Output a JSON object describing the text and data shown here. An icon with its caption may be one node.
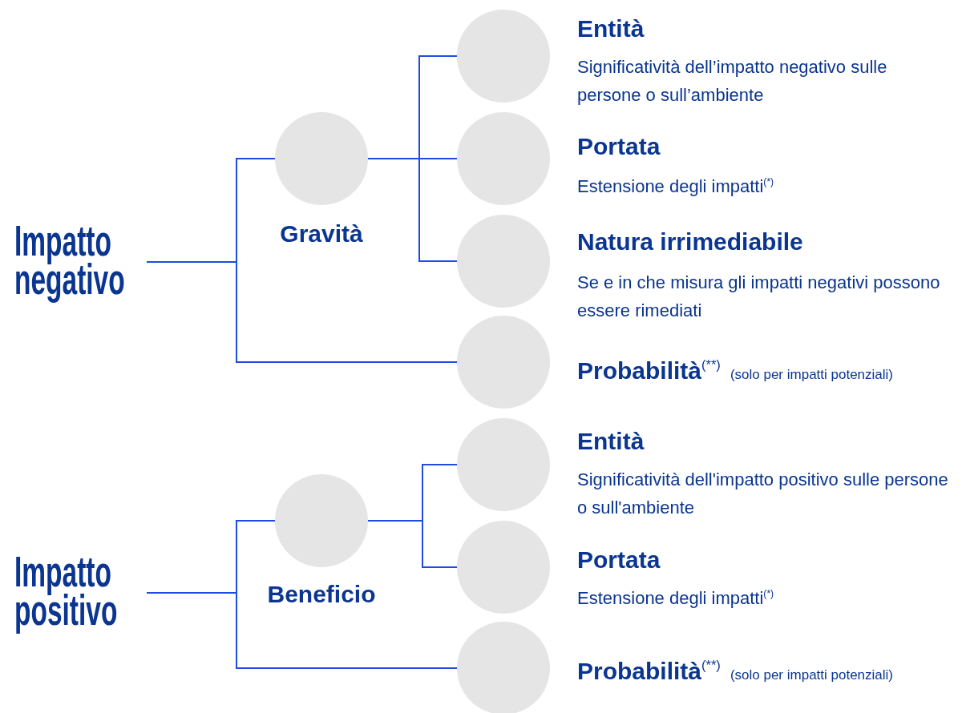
{
  "diagram": {
    "nodes": [
      {
        "text": [
          "Impatto negativo"
        ]
      },
      {
        "text": [
          "Gravità"
        ]
      },
      {
        "text": [
          "Entità",
          "Significatività dell’impatto negativo sulle persone o sull’ambiente"
        ]
      },
      {
        "text": [
          "Portata",
          "Estensione degli impatti$^{(*)}$"
        ]
      },
      {
        "text": [
          "Natura irrimediabile",
          "Se e in che misura gli impatti negativi possono essere rimediati"
        ]
      },
      {
        "text": [
          "Probabilità$^{(**)}$",
          "(solo per impatti potenziali)"
        ]
      },
      {
        "text": [
          "Impatto positivo"
        ]
      },
      {
        "text": [
          "Beneficio"
        ]
      },
      {
        "text": [
          "Entità",
          "Significatività dell'impatto positivo sulle persone o sull'ambiente"
        ]
      },
      {
        "text": [
          "Portata",
          "Estensione degli impatti$^{(*)}$"
        ]
      },
      {
        "text": [
          "Probabilità$^{(**)}$",
          "(solo per impatti potenziali)"
        ]
      }
    ],
    "edges": [
      {
        "from": 0,
        "to": 1,
        "arrow": "none"
      },
      {
        "from": 0,
        "to": 5,
        "arrow": "none"
      },
      {
        "from": 1,
        "to": 2,
        "arrow": "none"
      },
      {
        "from": 1,
        "to": 3,
        "arrow": "none"
      },
      {
        "from": 1,
        "to": 4,
        "arrow": "none"
      },
      {
        "from": 6,
        "to": 7,
        "arrow": "none"
      },
      {
        "from": 6,
        "to": 10,
        "arrow": "none"
      },
      {
        "from": 7,
        "to": 8,
        "arrow": "none"
      },
      {
        "from": 7,
        "to": 9,
        "arrow": "none"
      }
    ]
  }
}
